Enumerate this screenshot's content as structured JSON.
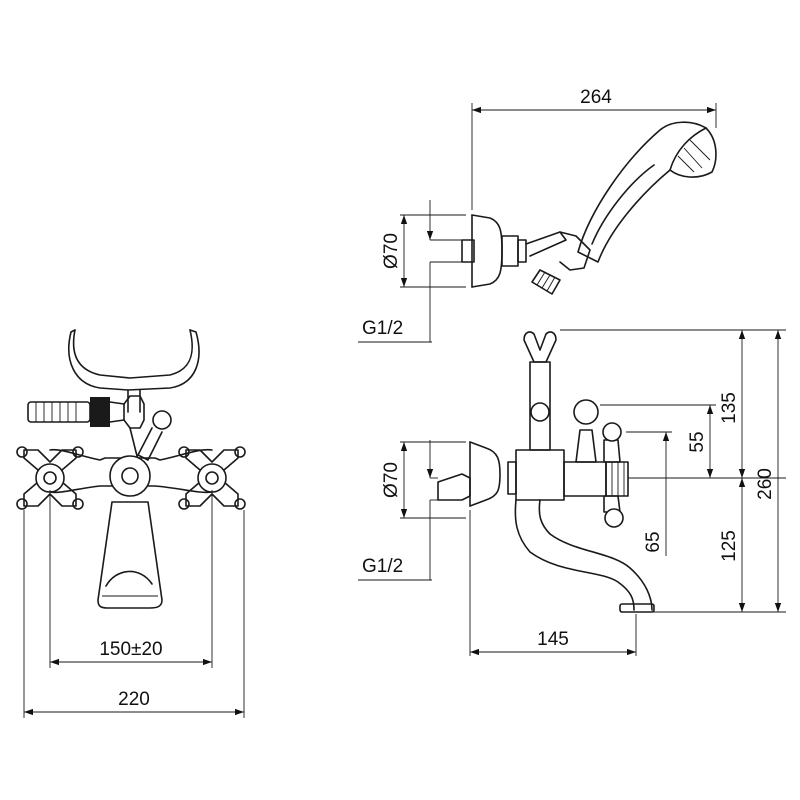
{
  "front_view": {
    "dim_centers": "150±20",
    "dim_overall_width": "220"
  },
  "handshower_view": {
    "dim_reach": "264",
    "dim_flange_diameter": "Ø70",
    "dim_thread": "G1/2"
  },
  "side_view": {
    "dim_flange_diameter": "Ø70",
    "dim_thread": "G1/2",
    "dim_spout_projection": "145",
    "dim_handle_upper": "55",
    "dim_handle_lower": "65",
    "dim_upper_height": "135",
    "dim_lower_height": "125",
    "dim_total_height": "260"
  }
}
